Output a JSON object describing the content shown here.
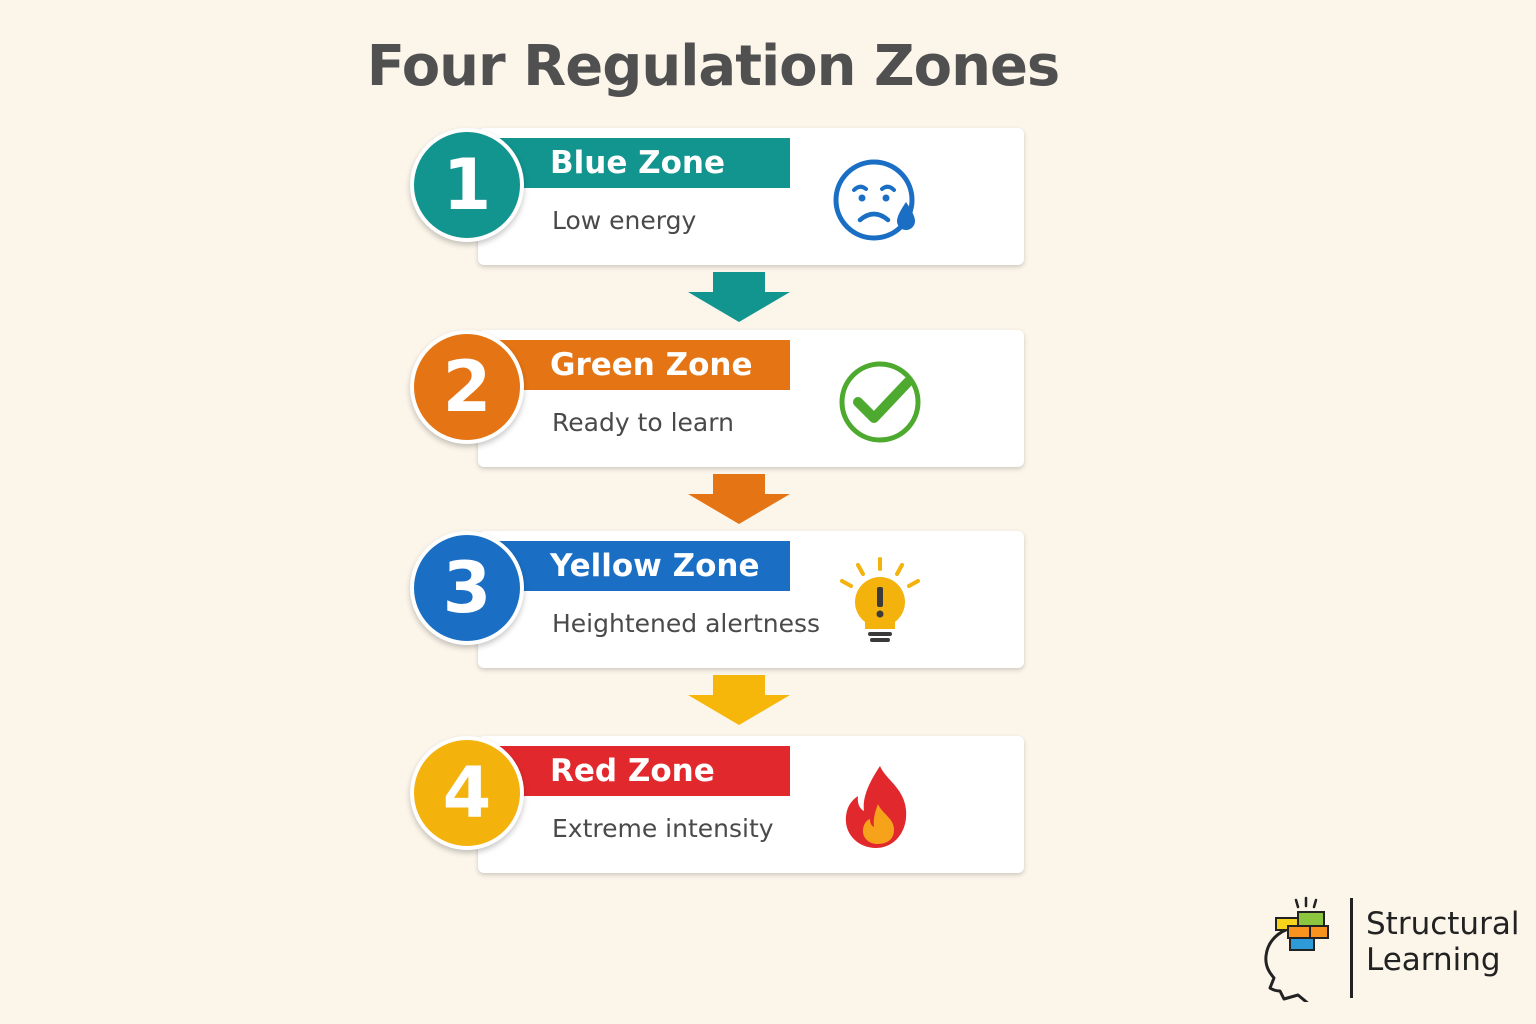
{
  "title": "Four Regulation Zones",
  "zones": [
    {
      "number": "1",
      "name": "Blue Zone",
      "description": "Low energy",
      "color": "#12948f",
      "icon": "sad-tear-face-icon"
    },
    {
      "number": "2",
      "name": "Green Zone",
      "description": "Ready to learn",
      "color": "#e57514",
      "icon": "checkmark-circle-icon"
    },
    {
      "number": "3",
      "name": "Yellow Zone",
      "description": "Heightened alertness",
      "color": "#1a6fc4",
      "icon": "lightbulb-exclamation-icon"
    },
    {
      "number": "4",
      "name": "Red Zone",
      "description": "Extreme intensity",
      "color": "#e1292d",
      "circle_color": "#f3b20c",
      "icon": "flame-icon"
    }
  ],
  "arrow_colors": [
    "#12948f",
    "#e57514",
    "#f7b60a"
  ],
  "logo": {
    "line1": "Structural",
    "line2": "Learning"
  }
}
